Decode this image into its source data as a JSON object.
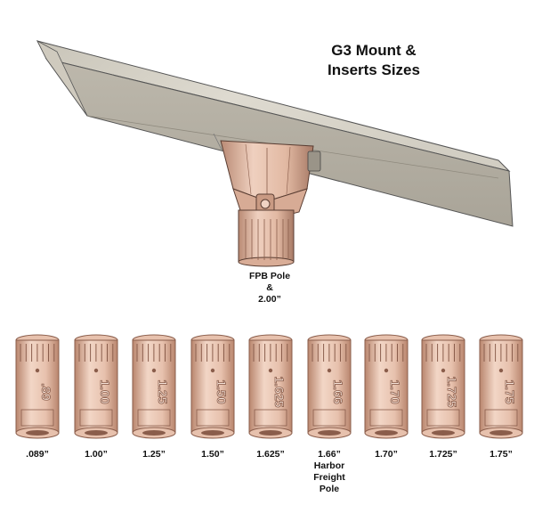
{
  "title": {
    "line1": "G3 Mount &",
    "line2": "Inserts Sizes"
  },
  "mount": {
    "label_lines": [
      "FPB Pole",
      "&",
      "2.00”"
    ]
  },
  "colors": {
    "panel": "#d7d3c8",
    "panel_shadow": "#b9b4a8",
    "insert_body": "#e7c1ad",
    "insert_dark": "#b9866e",
    "insert_shadow": "#8a5d4b"
  },
  "inserts": [
    {
      "engraving": ".89",
      "label_lines": [
        ".089”"
      ]
    },
    {
      "engraving": "1.00",
      "label_lines": [
        "1.00”"
      ]
    },
    {
      "engraving": "1.25",
      "label_lines": [
        "1.25”"
      ]
    },
    {
      "engraving": "1.50",
      "label_lines": [
        "1.50”"
      ]
    },
    {
      "engraving": "1.625",
      "label_lines": [
        "1.625”"
      ]
    },
    {
      "engraving": "1.66",
      "label_lines": [
        "1.66”",
        "Harbor",
        "Freight",
        "Pole"
      ]
    },
    {
      "engraving": "1.70",
      "label_lines": [
        "1.70”"
      ]
    },
    {
      "engraving": "1.725",
      "label_lines": [
        "1.725”"
      ]
    },
    {
      "engraving": "1.75",
      "label_lines": [
        "1.75”"
      ]
    }
  ]
}
